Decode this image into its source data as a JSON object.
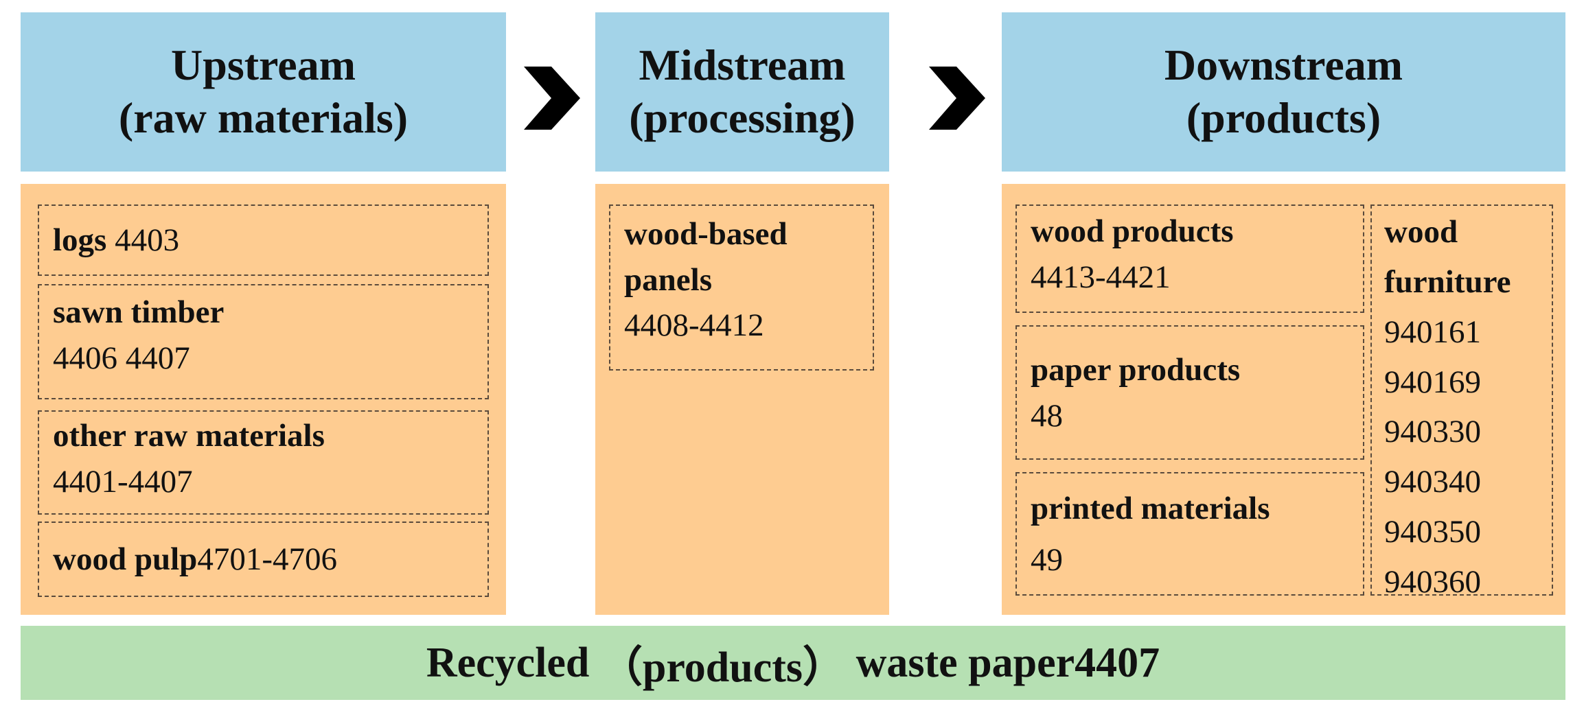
{
  "stages": {
    "upstream": {
      "title": "Upstream",
      "subtitle": "(raw materials)"
    },
    "midstream": {
      "title": "Midstream",
      "subtitle": "(processing)"
    },
    "downstream": {
      "title": "Downstream",
      "subtitle": "(products)"
    }
  },
  "upstream_items": [
    {
      "name": "logs",
      "code": "4403"
    },
    {
      "name": "sawn timber",
      "code": "4406 4407"
    },
    {
      "name": "other raw materials",
      "code": "4401-4407"
    },
    {
      "name": "wood pulp",
      "code": "4701-4706"
    }
  ],
  "midstream_items": [
    {
      "name_line1": "wood-based",
      "name_line2": "panels",
      "code": "4408-4412"
    }
  ],
  "downstream_items": [
    {
      "name": "wood products",
      "code": "4413-4421"
    },
    {
      "name": "paper products",
      "code": "48"
    },
    {
      "name": "printed materials",
      "code": "49"
    }
  ],
  "furniture": {
    "name_line1": "wood",
    "name_line2": "furniture",
    "codes": [
      "940161",
      "940169",
      "940330",
      "940340",
      "940350",
      "940360"
    ]
  },
  "footer": {
    "label": "Recycled",
    "paren": "（products）",
    "rest": "waste paper4407"
  },
  "colors": {
    "header": "#a3d3e8",
    "panel": "#fecc91",
    "footer": "#b6e0b3",
    "arrow": "#000000"
  },
  "icons": {
    "stage_arrow": "chevron-right-icon"
  }
}
